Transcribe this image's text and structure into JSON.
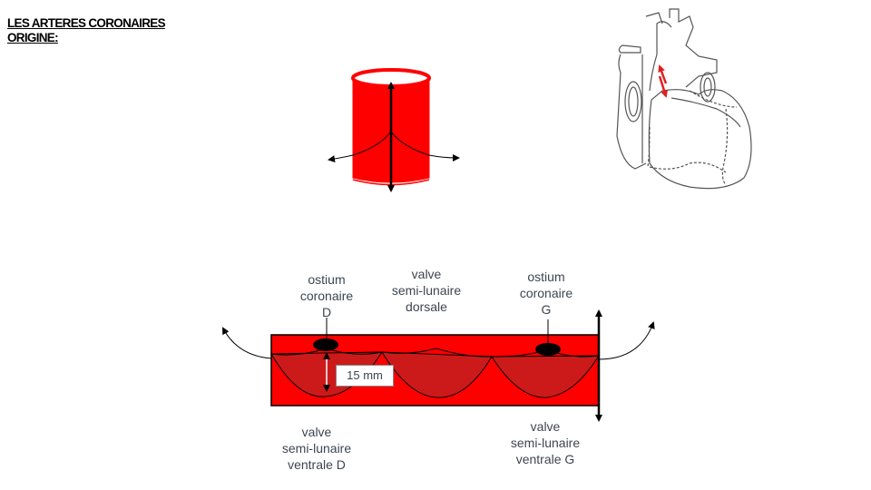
{
  "title": {
    "line1": "LES ARTERES CORONAIRES",
    "line2": "ORIGINE:"
  },
  "labels": {
    "ostium_d": [
      "ostium",
      "coronaire",
      "D"
    ],
    "valve_dorsale": [
      "valve",
      "semi-lunaire",
      "dorsale"
    ],
    "ostium_g": [
      "ostium",
      "coronaire",
      "G"
    ],
    "valve_ventrale_d": [
      "valve",
      "semi-lunaire",
      "ventrale  D"
    ],
    "valve_ventrale_g": [
      "valve",
      "semi-lunaire",
      "ventrale  G"
    ]
  },
  "dimension": "15 mm",
  "colors": {
    "aorta_red": "#ff0000",
    "cusp_red": "#cc1a1a",
    "ostium_black": "#000000",
    "heart_arrow": "#e02020"
  }
}
